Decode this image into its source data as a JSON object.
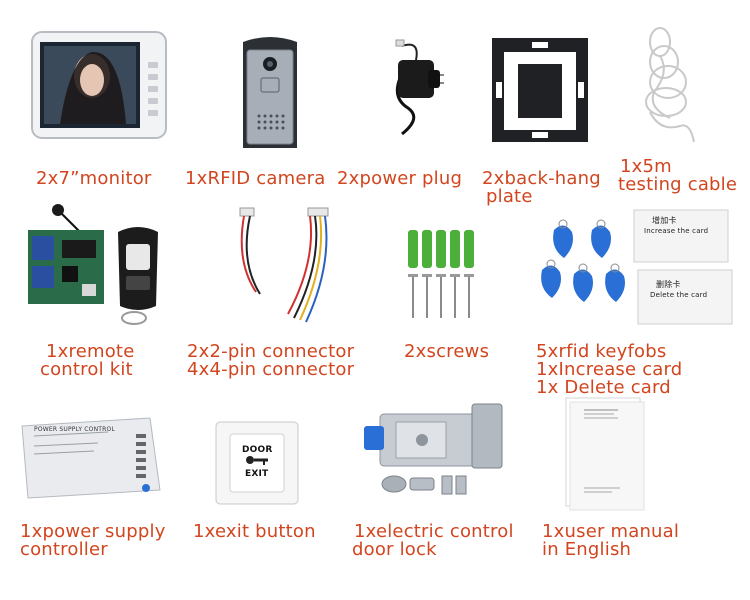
{
  "items": [
    {
      "id": "monitor",
      "lines": [
        "2x7”monitor"
      ]
    },
    {
      "id": "rfid-camera",
      "lines": [
        "1xRFID camera"
      ]
    },
    {
      "id": "power-plug",
      "lines": [
        "2xpower plug"
      ]
    },
    {
      "id": "back-hang-plate",
      "lines": [
        "2xback-hang",
        "plate"
      ]
    },
    {
      "id": "testing-cable",
      "lines": [
        "1x5m",
        "testing cable"
      ]
    },
    {
      "id": "remote-control-kit",
      "lines": [
        "1xremote",
        "control kit"
      ]
    },
    {
      "id": "pin-connectors",
      "lines": [
        "2x2-pin connector",
        "4x4-pin connector"
      ]
    },
    {
      "id": "screws",
      "lines": [
        "2xscrews"
      ]
    },
    {
      "id": "keyfobs-cards",
      "lines": [
        "5xrfid keyfobs",
        "1xIncrease card",
        "1x Delete card"
      ]
    },
    {
      "id": "power-supply",
      "lines": [
        "1xpower supply",
        "controller"
      ]
    },
    {
      "id": "exit-button",
      "lines": [
        "1xexit button"
      ]
    },
    {
      "id": "door-lock",
      "lines": [
        "1xelectric control",
        "door lock"
      ]
    },
    {
      "id": "user-manual",
      "lines": [
        "1xuser manual",
        "in English"
      ]
    }
  ],
  "product_labels": {
    "increase_card": "Increase the card",
    "delete_card": "Delete the card",
    "increase_card_cn": "增加卡",
    "delete_card_cn": "删除卡",
    "exit_top": "DOOR",
    "exit_bottom": "EXIT",
    "psu_title": "POWER SUPPLY CONTROL"
  },
  "colors": {
    "caption": "#d2451e",
    "keyfob": "#2a6fd6",
    "screw_anchor": "#4caf3a"
  }
}
